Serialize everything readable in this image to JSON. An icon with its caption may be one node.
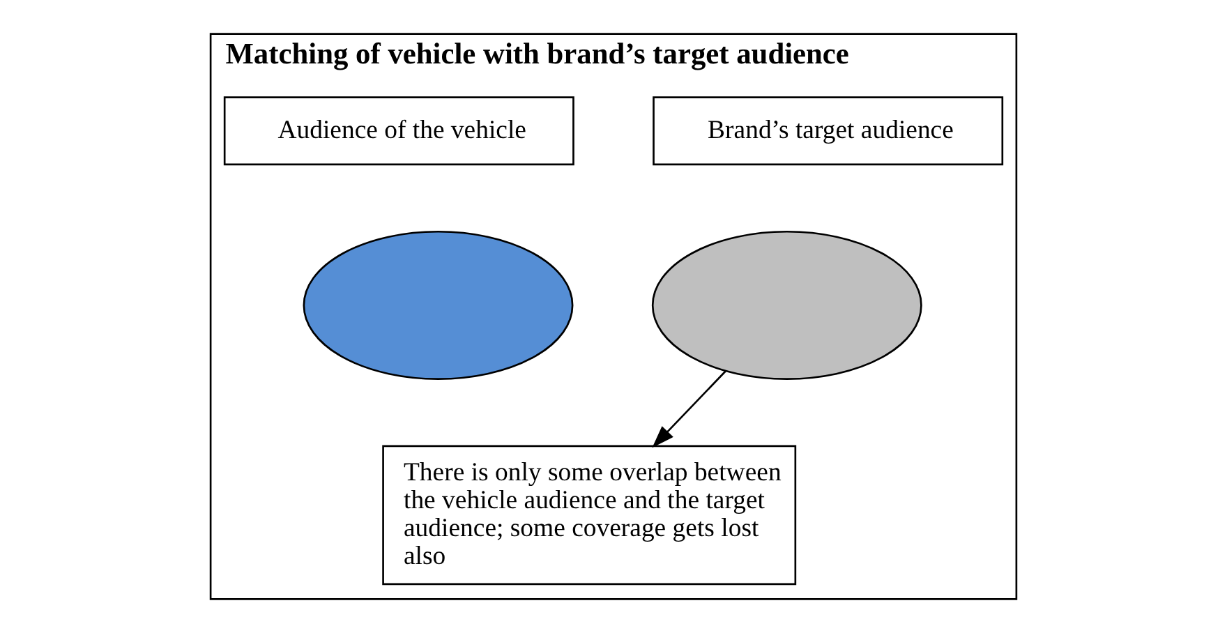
{
  "diagram": {
    "nodes": [
      {
        "text": [
          "Matching of vehicle with brand’s target audience"
        ]
      },
      {
        "text": [
          "Audience of the vehicle"
        ],
        "in": 0
      },
      {
        "text": [
          "Brand’s target audience"
        ],
        "in": 0
      },
      {
        "text": [],
        "shape": "ellipse",
        "in": 0
      },
      {
        "text": [],
        "shape": "ellipse",
        "in": 0
      },
      {
        "text": [
          "There is only some overlap between the vehicle audience and the target audience; some coverage gets lost also"
        ],
        "in": 0
      }
    ],
    "edges": [
      {
        "from": 4,
        "to": 5,
        "arrow": "to"
      }
    ]
  }
}
